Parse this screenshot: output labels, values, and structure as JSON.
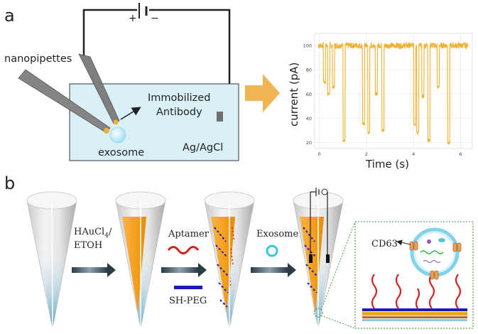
{
  "panel_a": {
    "letter": "a",
    "battery_plus": "+",
    "battery_minus": "−",
    "nanopipettes_label": "nanopipettes",
    "antibody_line1": "Immobilized",
    "antibody_line2": "Antibody",
    "exosome_label": "exosome",
    "electrode_label": "Ag/AgCl",
    "colors": {
      "bath": "#d9f1f6",
      "bath_border": "#333333",
      "arrow": "#f0b552",
      "pipette": "#7f7f7f",
      "gold": "#f2b03a",
      "exosome": "#bfeaf5"
    }
  },
  "chart_data": {
    "type": "line",
    "title": "",
    "xlabel": "Time (s)",
    "ylabel": "current (pA)",
    "xlim": [
      -0.2,
      6.5
    ],
    "ylim": [
      15,
      110
    ],
    "x_ticks": [
      0,
      2,
      4,
      6
    ],
    "y_ticks": [
      20,
      40,
      60,
      80,
      100
    ],
    "grid": true,
    "color": "#f2b233",
    "baseline": 100,
    "events": [
      {
        "t": 0.22,
        "depth": 70
      },
      {
        "t": 0.4,
        "depth": 60
      },
      {
        "t": 0.6,
        "depth": 66
      },
      {
        "t": 1.05,
        "depth": 22
      },
      {
        "t": 1.88,
        "depth": 35
      },
      {
        "t": 2.1,
        "depth": 28
      },
      {
        "t": 2.42,
        "depth": 60
      },
      {
        "t": 2.7,
        "depth": 30
      },
      {
        "t": 4.05,
        "depth": 35
      },
      {
        "t": 4.18,
        "depth": 28
      },
      {
        "t": 4.4,
        "depth": 58
      },
      {
        "t": 4.65,
        "depth": 22
      },
      {
        "t": 5.05,
        "depth": 66
      },
      {
        "t": 5.5,
        "depth": 20
      }
    ]
  },
  "panel_b": {
    "letter": "b",
    "step1_line1": "HAuCl",
    "step1_sub": "4",
    "step1_slash": "/",
    "step1_line2": "ETOH",
    "step2_label": "Aptamer",
    "step2_label2": "SH-PEG",
    "step3_label": "Exosome",
    "cd63_label": "CD63",
    "colors": {
      "cone_blue": "#4fa3c9",
      "gold_fill": "#f5a11c",
      "aptamer": "#d62020",
      "peg": "#1a1ab8",
      "exosome_ring": "#33c8e6",
      "inset_border": "#3a8a3a"
    }
  }
}
